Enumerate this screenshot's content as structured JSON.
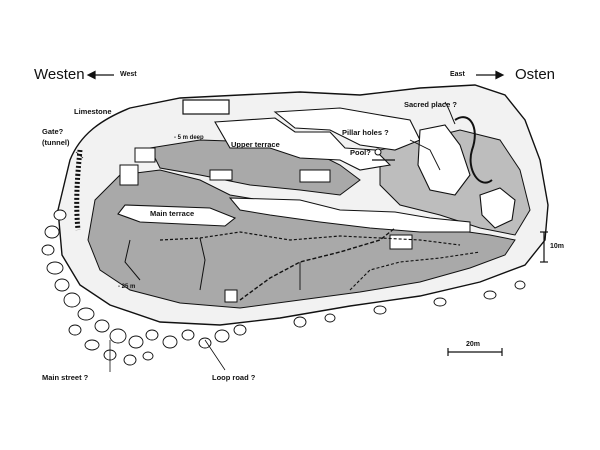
{
  "directions": {
    "west_big": "Westen",
    "west_small": "West",
    "east_small": "East",
    "east_big": "Osten"
  },
  "labels": {
    "limestone": "Limestone",
    "gate_1": "Gate?",
    "gate_2": "(tunnel)",
    "depth_5m": "- 5 m deep",
    "upper_terrace": "Upper terrace",
    "main_terrace": "Main terrace",
    "pillar_holes": "Pillar holes ?",
    "pool": "Pool?",
    "sacred_place": "Sacred place ?",
    "depth_25m": "- 25 m",
    "main_street": "Main street ?",
    "loop_road": "Loop road ?"
  },
  "scales": {
    "vertical": "10m",
    "horizontal": "20m"
  },
  "colors": {
    "rock_fill": "#a9a9a9",
    "building_fill": "#ffffff",
    "line": "#111111"
  }
}
